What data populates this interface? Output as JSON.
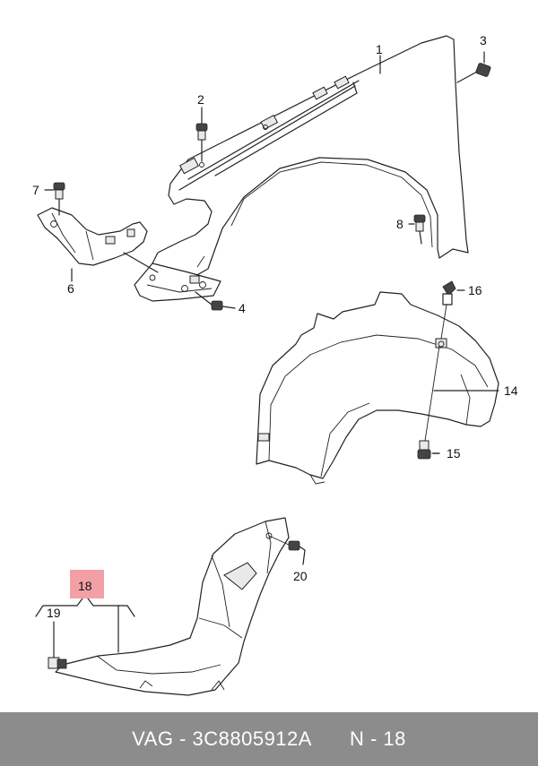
{
  "callouts": {
    "c1": "1",
    "c2": "2",
    "c3": "3",
    "c4": "4",
    "c6": "6",
    "c7": "7",
    "c8": "8",
    "c14": "14",
    "c15": "15",
    "c16": "16",
    "c18": "18",
    "c19": "19",
    "c20": "20"
  },
  "colors": {
    "highlight": "#f2a0a5",
    "footer_bg": "#8c8c8c"
  },
  "footer": {
    "part_number": "VAG - 3C8805912A",
    "ref": "N - 18"
  }
}
